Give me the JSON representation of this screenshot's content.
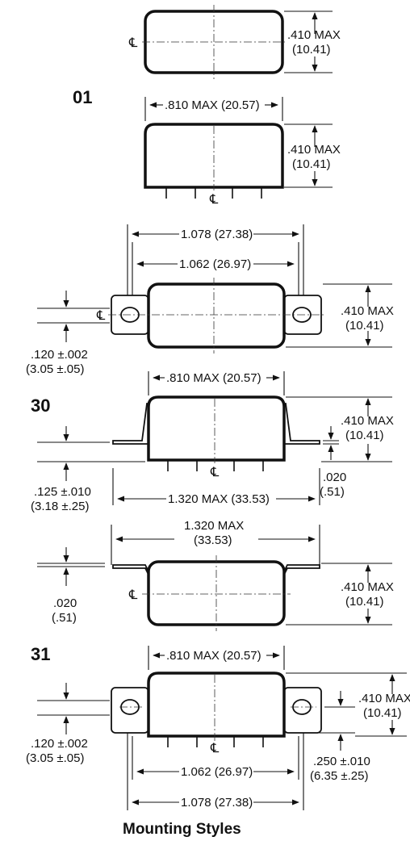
{
  "styles": [
    {
      "label": "01"
    },
    {
      "label": "30"
    },
    {
      "label": "31"
    }
  ],
  "dims": {
    "height_max": ".410 MAX",
    "height_mm": "(10.41)",
    "width_810": ".810 MAX (20.57)",
    "mount_1078": "1.078 (27.38)",
    "mount_1062": "1.062 (26.97)",
    "tab_120": ".120 ±.002",
    "tab_120_mm": "(3.05 ±.05)",
    "bracket_125": ".125 ±.010",
    "bracket_125_mm": "(3.18 ±.25)",
    "overall_1320": "1.320 MAX (33.53)",
    "overall_1320_a": "1.320 MAX",
    "overall_1320_b": "(33.53)",
    "thick_020": ".020",
    "thick_020_mm": "(.51)",
    "height_31_max": ".410 MAX",
    "height_31_mm": "(10.41)",
    "tab_250": ".250 ±.010",
    "tab_250_mm": "(6.35 ±.25)",
    "centerline": "℄"
  },
  "caption": "Mounting Styles"
}
